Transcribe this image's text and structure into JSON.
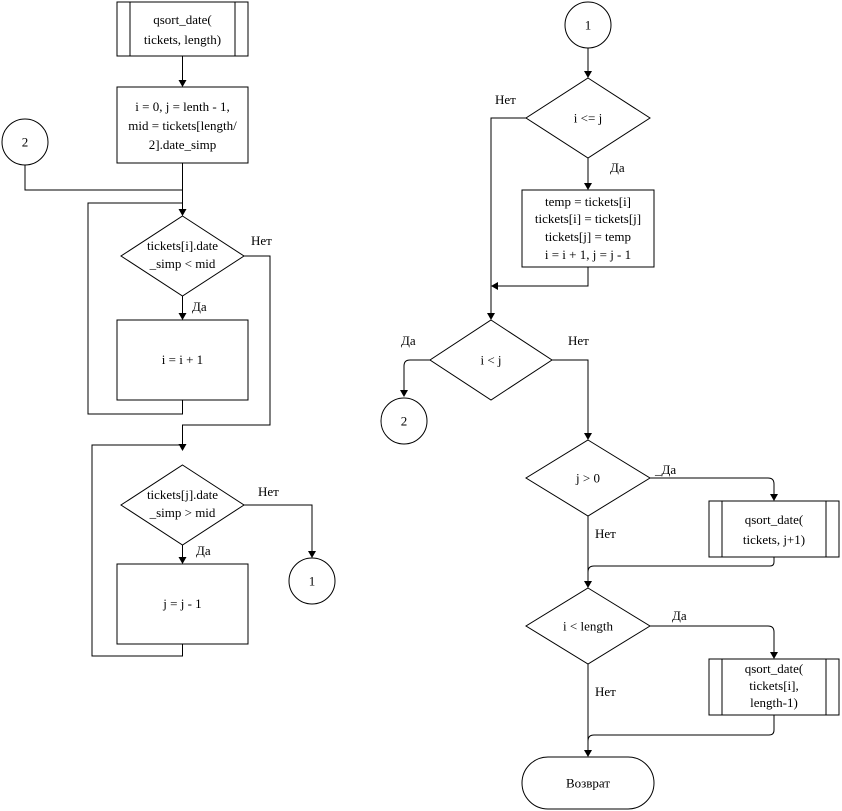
{
  "flowchart": {
    "left": {
      "start_call": [
        "qsort_date(",
        "tickets, length)"
      ],
      "init": [
        "i = 0, j = lenth - 1,",
        "mid = tickets[length/",
        "2].date_simp"
      ],
      "connector_2": "2",
      "cond_i": [
        "tickets[i].date",
        "_simp < mid"
      ],
      "cond_i_yes": "Да",
      "cond_i_no": "Нет",
      "inc_i": "i = i + 1",
      "cond_j": [
        "tickets[j].date",
        "_simp > mid"
      ],
      "cond_j_yes": "Да",
      "cond_j_no": "Нет",
      "dec_j": "j = j - 1",
      "connector_1": "1"
    },
    "right": {
      "connector_1": "1",
      "cond_le": "i <= j",
      "cond_le_no": "Нет",
      "cond_le_yes": "Да",
      "swap": [
        "temp = tickets[i]",
        "tickets[i] = tickets[j]",
        "tickets[j] = temp",
        "i = i + 1, j = j - 1"
      ],
      "cond_lt": "i < j",
      "cond_lt_yes": "Да",
      "cond_lt_no": "Нет",
      "connector_2": "2",
      "cond_j0": "j > 0",
      "cond_j0_yes": "_Да",
      "cond_j0_no": "Нет",
      "call_j": [
        "qsort_date(",
        "tickets, j+1)"
      ],
      "cond_len": "i < length",
      "cond_len_yes": "Да",
      "cond_len_no": "Нет",
      "call_i": [
        "qsort_date(",
        "tickets[i],",
        "length-1)"
      ],
      "end": "Возврат"
    }
  }
}
